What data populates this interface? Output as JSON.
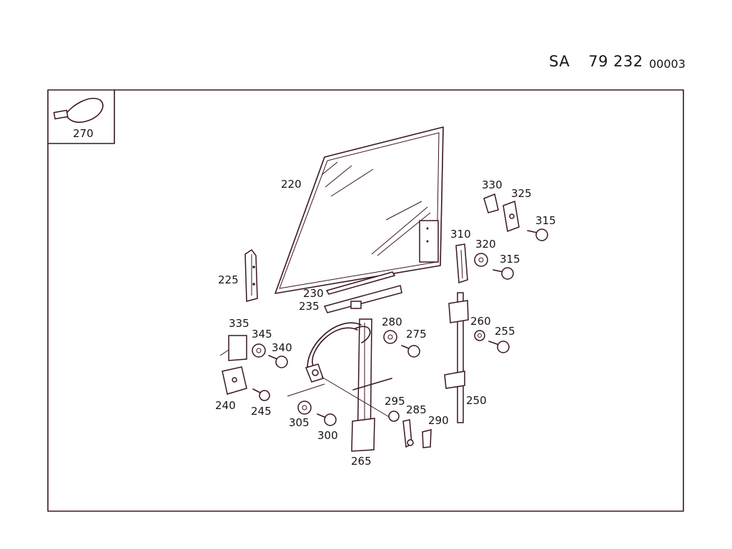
{
  "header": {
    "prefix": "SA",
    "number": "79 232",
    "code": "00003"
  },
  "inset": {
    "label": "270",
    "icon": "cable-tie-icon"
  },
  "parts": {
    "p220": "220",
    "p225": "225",
    "p230": "230",
    "p235": "235",
    "p240": "240",
    "p245": "245",
    "p250": "250",
    "p255": "255",
    "p260": "260",
    "p265": "265",
    "p275": "275",
    "p280": "280",
    "p285": "285",
    "p290": "290",
    "p295": "295",
    "p300": "300",
    "p305": "305",
    "p310": "310",
    "p315a": "315",
    "p315b": "315",
    "p320": "320",
    "p325": "325",
    "p330": "330",
    "p335": "335",
    "p340": "340",
    "p345": "345"
  },
  "colors": {
    "line": "#3a1620",
    "background": "#ffffff"
  }
}
